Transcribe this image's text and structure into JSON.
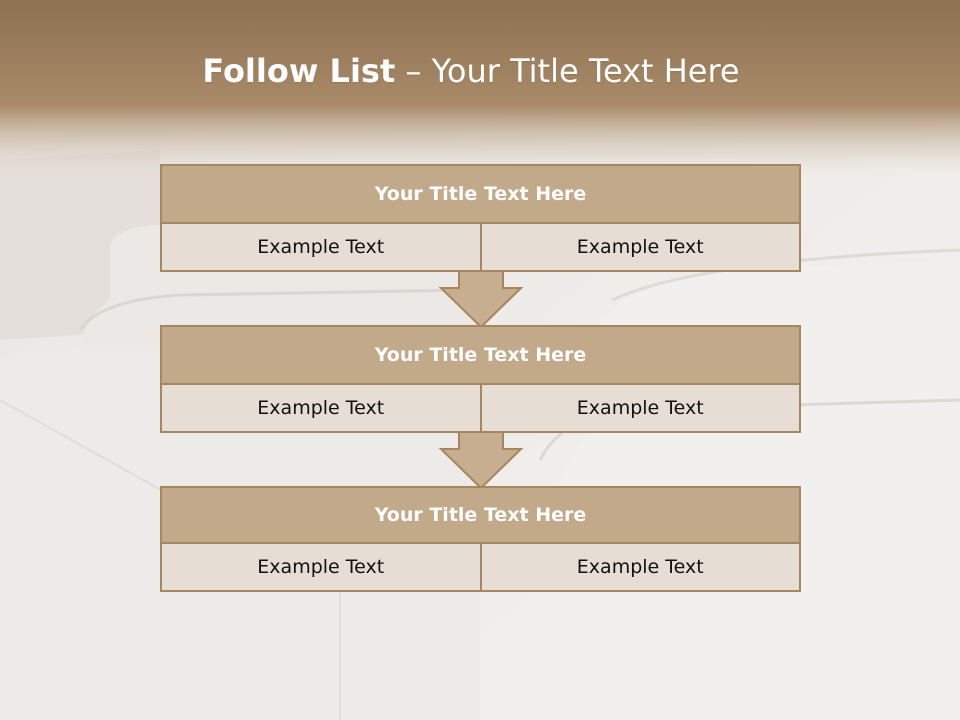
{
  "slide": {
    "title_bold": "Follow List",
    "title_rest": " – Your Title Text Here"
  },
  "blocks": [
    {
      "title": "Your Title Text Here",
      "cells": [
        "Example Text",
        "Example Text"
      ]
    },
    {
      "title": "Your Title Text Here",
      "cells": [
        "Example Text",
        "Example Text"
      ]
    },
    {
      "title": "Your Title Text Here",
      "cells": [
        "Example Text",
        "Example Text"
      ]
    }
  ],
  "colors": {
    "header_band": "#a5865f",
    "block_header": "#c2a98a",
    "block_cell": "#e6ddd4",
    "border": "#a5865f",
    "arrow_fill": "#c8ae90"
  },
  "icons": {
    "connector": "down-arrow-icon"
  }
}
